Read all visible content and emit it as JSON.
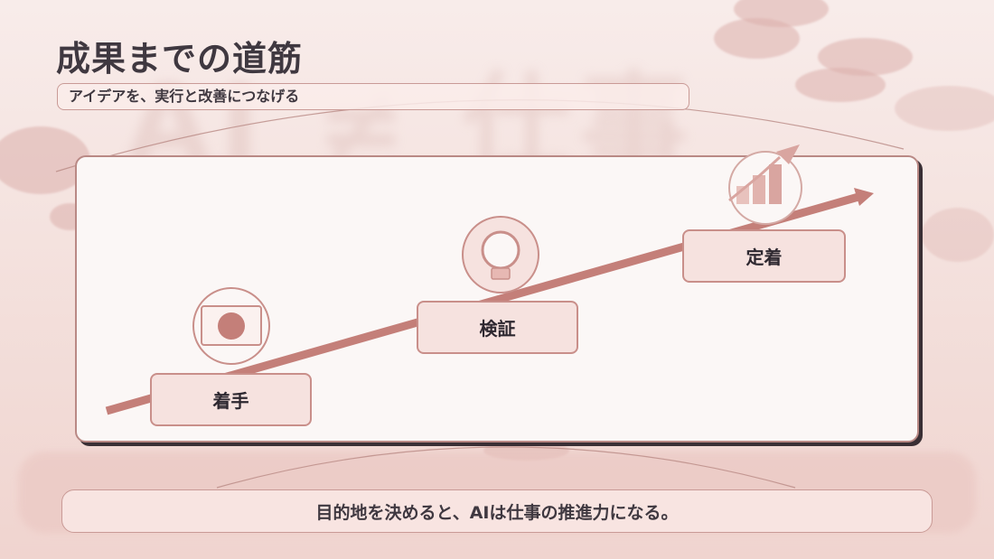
{
  "slide": {
    "title": "成果までの道筋",
    "subtitle": "アイデアを、実行と改善につなげる",
    "tagline": "目的地を決めると、AIは仕事の推進力になる。"
  },
  "steps": [
    {
      "label": "着手",
      "icon": "target-icon"
    },
    {
      "label": "検証",
      "icon": "lightbulb-icon"
    },
    {
      "label": "定着",
      "icon": "growth-chart-icon"
    }
  ],
  "colors": {
    "arrow": "#c47f79",
    "step_fill": "#f6e2df",
    "step_border": "#c98f8a",
    "text_dark": "#3f3840",
    "panel_fill": "#fbf7f6"
  }
}
